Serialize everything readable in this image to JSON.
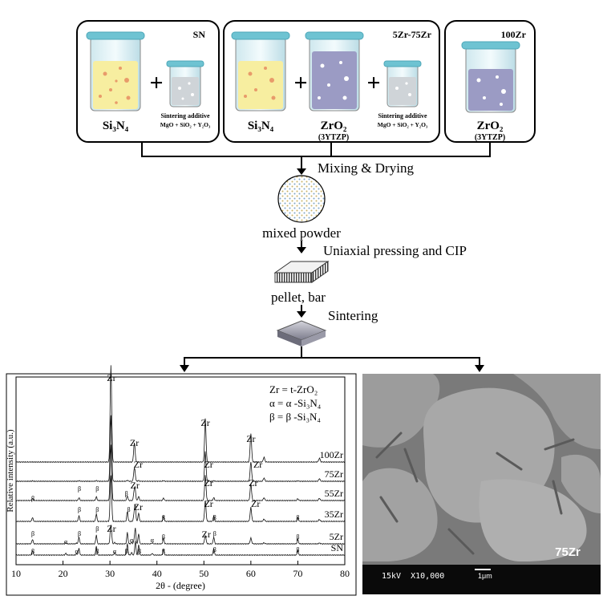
{
  "panels": {
    "sn": {
      "tag": "SN",
      "main_label": "Si₃N₄",
      "additive_title": "Sintering additive",
      "additive_formula": "MgO + SiO₂ + Y₂O₃"
    },
    "mid": {
      "tag": "5Zr-75Zr",
      "label1": "Si₃N₄",
      "label2": "ZrO₂",
      "label2_sub": "(3YTZP)",
      "additive_title": "Sintering additive",
      "additive_formula": "MgO + SiO₂ + Y₂O₃"
    },
    "zr": {
      "tag": "100Zr",
      "label": "ZrO₂",
      "label_sub": "(3YTZP)"
    }
  },
  "steps": {
    "mixing": "Mixing & Drying",
    "powder": "mixed powder",
    "pressing": "Uniaxial pressing and CIP",
    "pellet": "pellet, bar",
    "sintering": "Sintering"
  },
  "xrd": {
    "legend": [
      "Zr = t-ZrO₂",
      "α = α -Si₃N₄",
      "β = β -Si₃N₄"
    ],
    "ylabel": "Relative intensity (a.u.)",
    "xlabel": "2θ - (degree)",
    "xticks": [
      "10",
      "20",
      "30",
      "40",
      "50",
      "60",
      "70",
      "80"
    ],
    "curves": [
      "100Zr",
      "75Zr",
      "55Zr",
      "35Zr",
      "5Zr",
      "SN"
    ],
    "peak_labels": {
      "zr": "Zr",
      "alpha": "α",
      "beta": "β"
    }
  },
  "sem": {
    "sample": "75Zr",
    "info": "15kV  X10,000",
    "scale": "1μm"
  },
  "colors": {
    "solution_si3n4": "#f7eea0",
    "solution_zro2": "#9b9bc4",
    "beaker_rim": "#6ec3d2",
    "sem_bg": "#7a7a7a"
  }
}
